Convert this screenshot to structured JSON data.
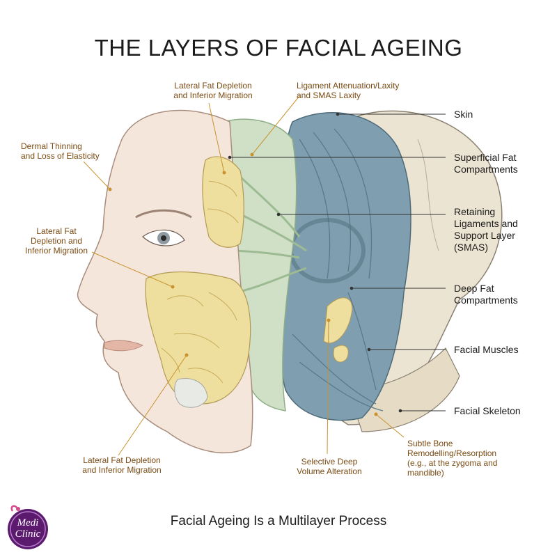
{
  "title": "THE LAYERS OF FACIAL AGEING",
  "caption": "Facial Ageing Is a Multilayer Process",
  "logo": {
    "line1": "Medi",
    "line2": "Clinic"
  },
  "left_labels": [
    "Lateral Fat Depletion\nand Inferior Migration",
    "Ligament Attenuation/Laxity\nand SMAS Laxity",
    "Dermal Thinning\nand Loss of Elasticity",
    "Lateral Fat\nDepletion and\nInferior Migration",
    "Lateral Fat Depletion\nand Inferior Migration",
    "Selective Deep\nVolume Alteration",
    "Subtle Bone\nRemodelling/Resorption\n(e.g., at the zygoma and\nmandible)"
  ],
  "layers": [
    "Skin",
    "Superficial Fat\nCompartments",
    "Retaining\nLigaments and\nSupport Layer\n(SMAS)",
    "Deep Fat\nCompartments",
    "Facial Muscles",
    "Facial Skeleton"
  ],
  "colors": {
    "label_text": "#7a4a12",
    "leader_line": "#c9922f",
    "layer_line": "#333333",
    "skin": "#f5e6dc",
    "fat": "#efdf9e",
    "smas": "#cfe0c6",
    "muscle": "#7f9fb0",
    "bone": "#ece4d2",
    "logo": "#5b1a6e"
  }
}
